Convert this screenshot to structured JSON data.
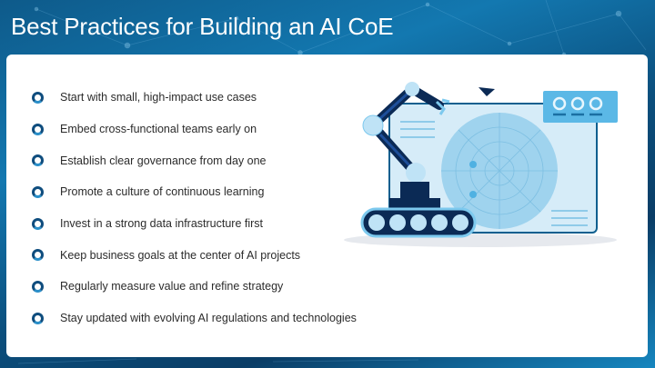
{
  "slide": {
    "title": "Best Practices for Building an AI CoE",
    "colors": {
      "accent": "#0f4d7e",
      "background": "#0e5a8a",
      "panel": "#ffffff",
      "illustration_light": "#cfe8f6",
      "illustration_dark": "#0b2a55"
    },
    "practices": [
      {
        "text": "Start with small, high-impact use cases",
        "icon": "ring-bullet-icon"
      },
      {
        "text": "Embed cross-functional teams early on",
        "icon": "ring-bullet-icon"
      },
      {
        "text": "Establish clear governance from day one",
        "icon": "ring-bullet-icon"
      },
      {
        "text": "Promote a culture of continuous learning",
        "icon": "ring-bullet-icon"
      },
      {
        "text": "Invest in a strong data infrastructure first",
        "icon": "ring-bullet-icon"
      },
      {
        "text": "Keep business goals at the center of AI projects",
        "icon": "ring-bullet-icon"
      },
      {
        "text": "Regularly measure value and refine strategy",
        "icon": "ring-bullet-icon"
      },
      {
        "text": "Stay updated with evolving AI regulations and technologies",
        "icon": "ring-bullet-icon"
      }
    ],
    "illustration": {
      "name": "robot-arm-radar-illustration"
    }
  }
}
